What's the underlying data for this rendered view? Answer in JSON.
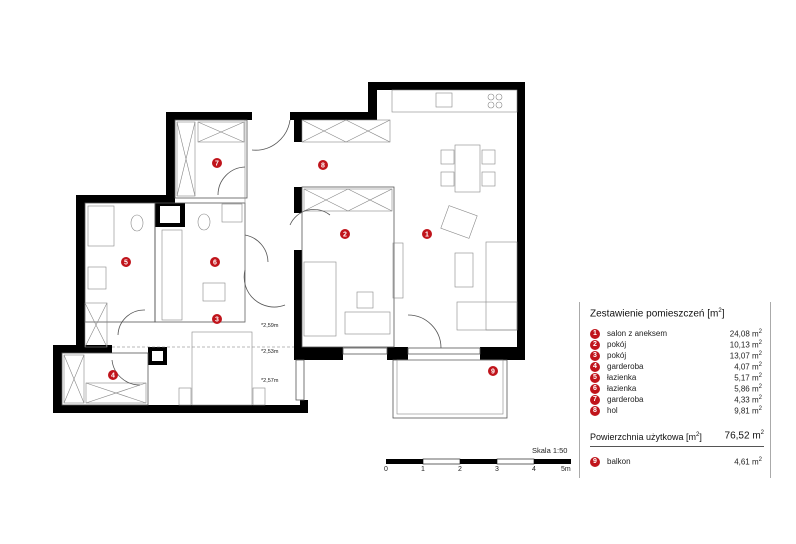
{
  "legend": {
    "title": "Zestawienie pomieszczeń [m",
    "title_sup": "2",
    "title_end": "]",
    "rooms": [
      {
        "num": "1",
        "name": "salon z aneksem",
        "area": "24,08 m"
      },
      {
        "num": "2",
        "name": "pokój",
        "area": "10,13 m"
      },
      {
        "num": "3",
        "name": "pokój",
        "area": "13,07 m"
      },
      {
        "num": "4",
        "name": "garderoba",
        "area": "4,07 m"
      },
      {
        "num": "5",
        "name": "łazienka",
        "area": "5,17 m"
      },
      {
        "num": "6",
        "name": "łazienka",
        "area": "5,86 m"
      },
      {
        "num": "7",
        "name": "garderoba",
        "area": "4,33 m"
      },
      {
        "num": "8",
        "name": "hol",
        "area": "9,81 m"
      }
    ],
    "unit_sup": "2",
    "total_label": "Powierzchnia użytkowa [m",
    "total_label_end": "]",
    "total_value": "76,52 m",
    "balcony": {
      "num": "9",
      "name": "balkon",
      "area": "4,61 m"
    }
  },
  "plan": {
    "room_markers": [
      "1",
      "2",
      "3",
      "4",
      "5",
      "6",
      "7",
      "8",
      "9"
    ],
    "heights": [
      "*2,59m",
      "*2,53m",
      "*2,57m"
    ],
    "accent_color": "#c0141b"
  },
  "scale": {
    "label": "Skala 1:50",
    "ticks": [
      "0",
      "1",
      "2",
      "3",
      "4",
      "5m"
    ]
  }
}
